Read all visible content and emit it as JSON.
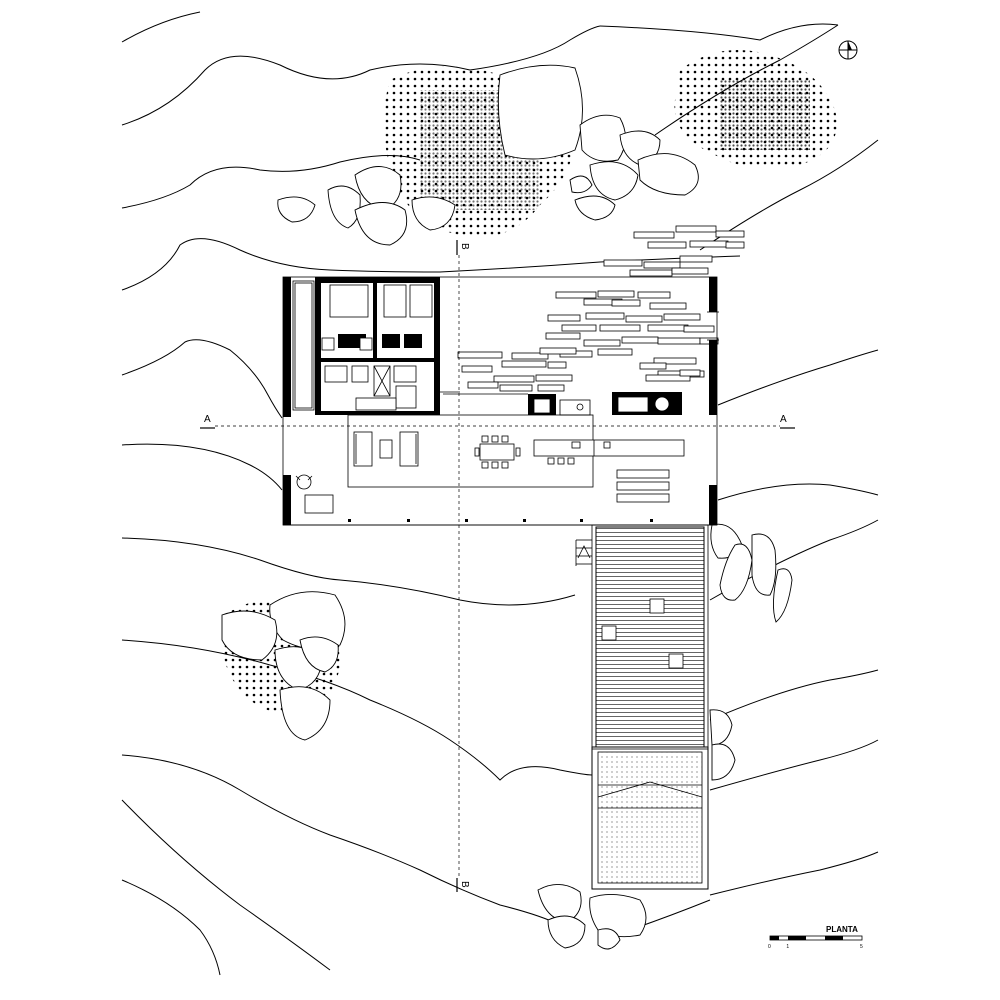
{
  "drawing": {
    "title": "PLANTA",
    "section_a_label": "A",
    "section_b_label": "B",
    "scale_bar": {
      "ticks": [
        "0",
        "1",
        "",
        "",
        "",
        "5"
      ]
    },
    "north_icon": "north-arrow-icon"
  }
}
